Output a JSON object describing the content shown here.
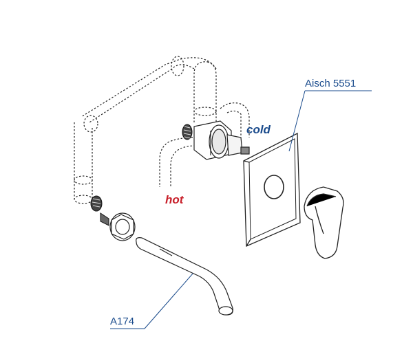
{
  "labels": {
    "panel_model": "Aisch 5551",
    "spout_model": "A174",
    "cold": "cold",
    "hot": "hot"
  },
  "colors": {
    "callout": "#1a4b8c",
    "cold": "#1a4b8c",
    "hot": "#c8202a",
    "line": "#222222"
  }
}
